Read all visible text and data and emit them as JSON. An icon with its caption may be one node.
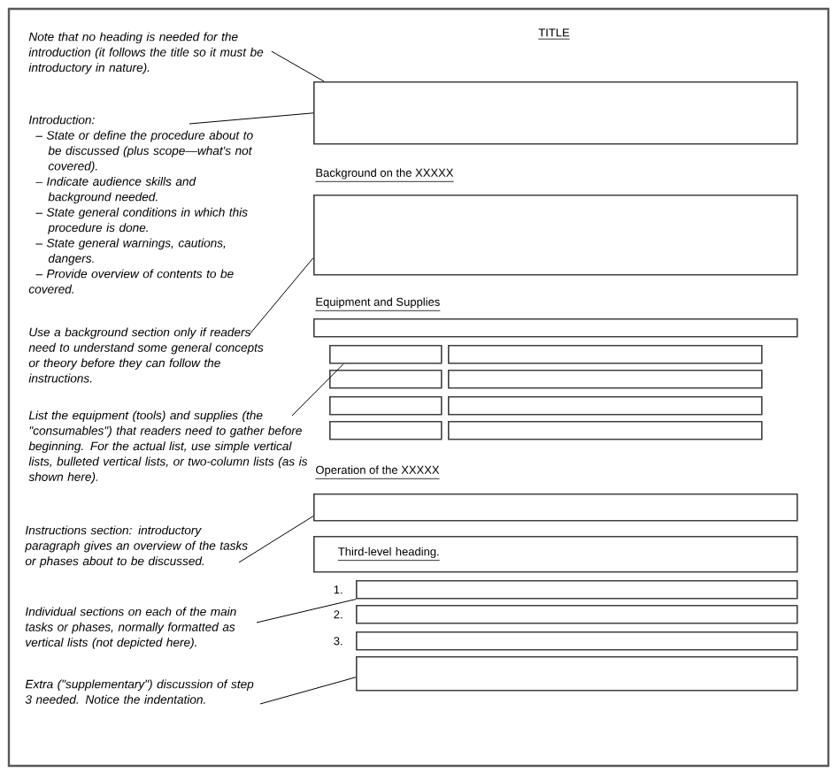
{
  "diagram": {
    "nodes": [
      {
        "text": [
          "Note that no heading is needed for the introduction (it follows the title so it must be introductory in nature)."
        ]
      },
      {
        "text": [
          "Introduction:",
          "– State or define the procedure about to be discussed (plus scope—what's not covered).",
          "– Indicate audience skills and background needed.",
          "– State general conditions in which this procedure is done.",
          "– State general warnings, cautions, dangers.",
          "– Provide overview of contents to be covered."
        ]
      },
      {
        "text": [
          "Use a background section only if readers need to understand some general concepts or theory before they can follow the instructions."
        ]
      },
      {
        "text": [
          "List the equipment (tools) and supplies (the \"consumables\") that readers need to gather before beginning. For the actual list, use simple vertical lists, bulleted vertical lists, or two-column lists (as is shown here)."
        ]
      },
      {
        "text": [
          "Instructions section: introductory paragraph gives an overview of the tasks or phases about to be discussed."
        ]
      },
      {
        "text": [
          "Individual sections on each of the main tasks or phases, normally formatted as vertical lists (not depicted here)."
        ]
      },
      {
        "text": [
          "Extra (\"supplementary\") discussion of step 3 needed. Notice the indentation."
        ]
      },
      {
        "text": [],
        "shape": "box"
      },
      {
        "text": [],
        "shape": "box"
      },
      {
        "text": [],
        "shape": "box"
      },
      {
        "text": [],
        "shape": "box"
      },
      {
        "text": [],
        "shape": "box"
      },
      {
        "text": [],
        "shape": "box"
      },
      {
        "text": [],
        "shape": "box"
      },
      {
        "text": [],
        "shape": "box"
      },
      {
        "text": [],
        "shape": "box"
      },
      {
        "text": [],
        "shape": "box"
      },
      {
        "text": [],
        "shape": "box"
      },
      {
        "text": [],
        "shape": "box"
      },
      {
        "text": [
          "Third-level heading."
        ]
      },
      {
        "text": [],
        "shape": "box",
        "beside": [
          "1."
        ]
      },
      {
        "text": [],
        "shape": "box",
        "beside": [
          "2."
        ]
      },
      {
        "text": [],
        "shape": "box",
        "beside": [
          "3."
        ]
      },
      {
        "text": [],
        "shape": "box"
      }
    ],
    "edges": [
      {
        "from": 0,
        "to": 7,
        "arrow": "none"
      },
      {
        "from": 1,
        "to": 7,
        "arrow": "none"
      },
      {
        "from": 2,
        "to": 8,
        "arrow": "none"
      },
      {
        "from": 3,
        "to": 10,
        "arrow": "none"
      },
      {
        "from": 4,
        "to": 18,
        "arrow": "none"
      },
      {
        "from": 5,
        "to": 20,
        "arrow": "none"
      },
      {
        "from": 6,
        "to": 23,
        "arrow": "none"
      }
    ],
    "labels": [
      "TITLE",
      "Background on the XXXXX",
      "Equipment and Supplies",
      "Operation of the XXXXX"
    ]
  }
}
